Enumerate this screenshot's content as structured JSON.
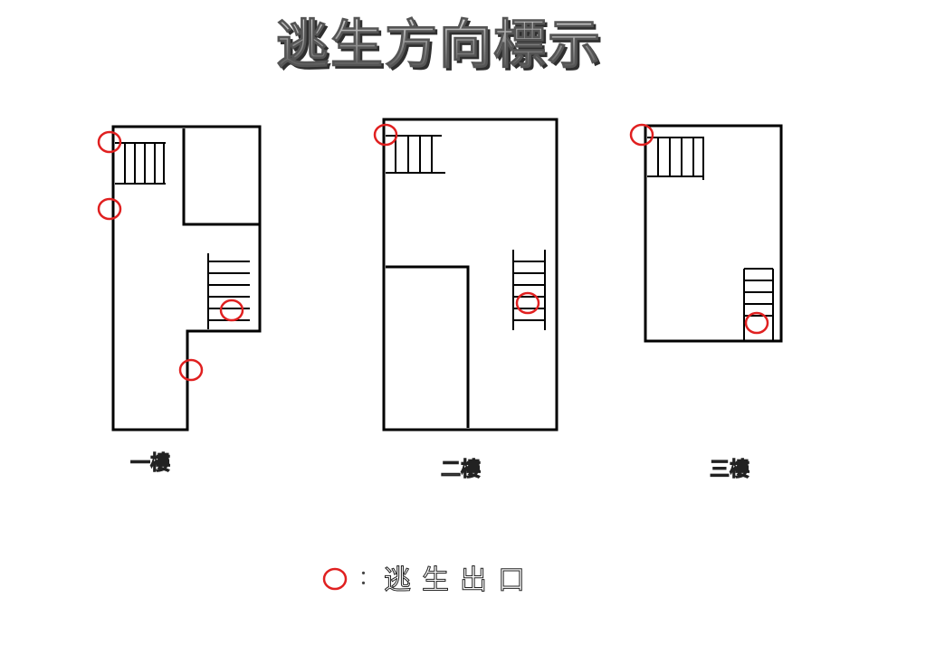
{
  "title": "逃生方向標示",
  "floors": [
    {
      "label": "一樓"
    },
    {
      "label": "二樓"
    },
    {
      "label": "三樓"
    }
  ],
  "legend": {
    "separator": "：",
    "text": "逃生出口",
    "marker_color": "#e02020"
  },
  "colors": {
    "wall": "#000000",
    "exit_marker": "#e02020",
    "title_fill": "#8a8a8a",
    "title_shadow": "#3a3a3a"
  }
}
